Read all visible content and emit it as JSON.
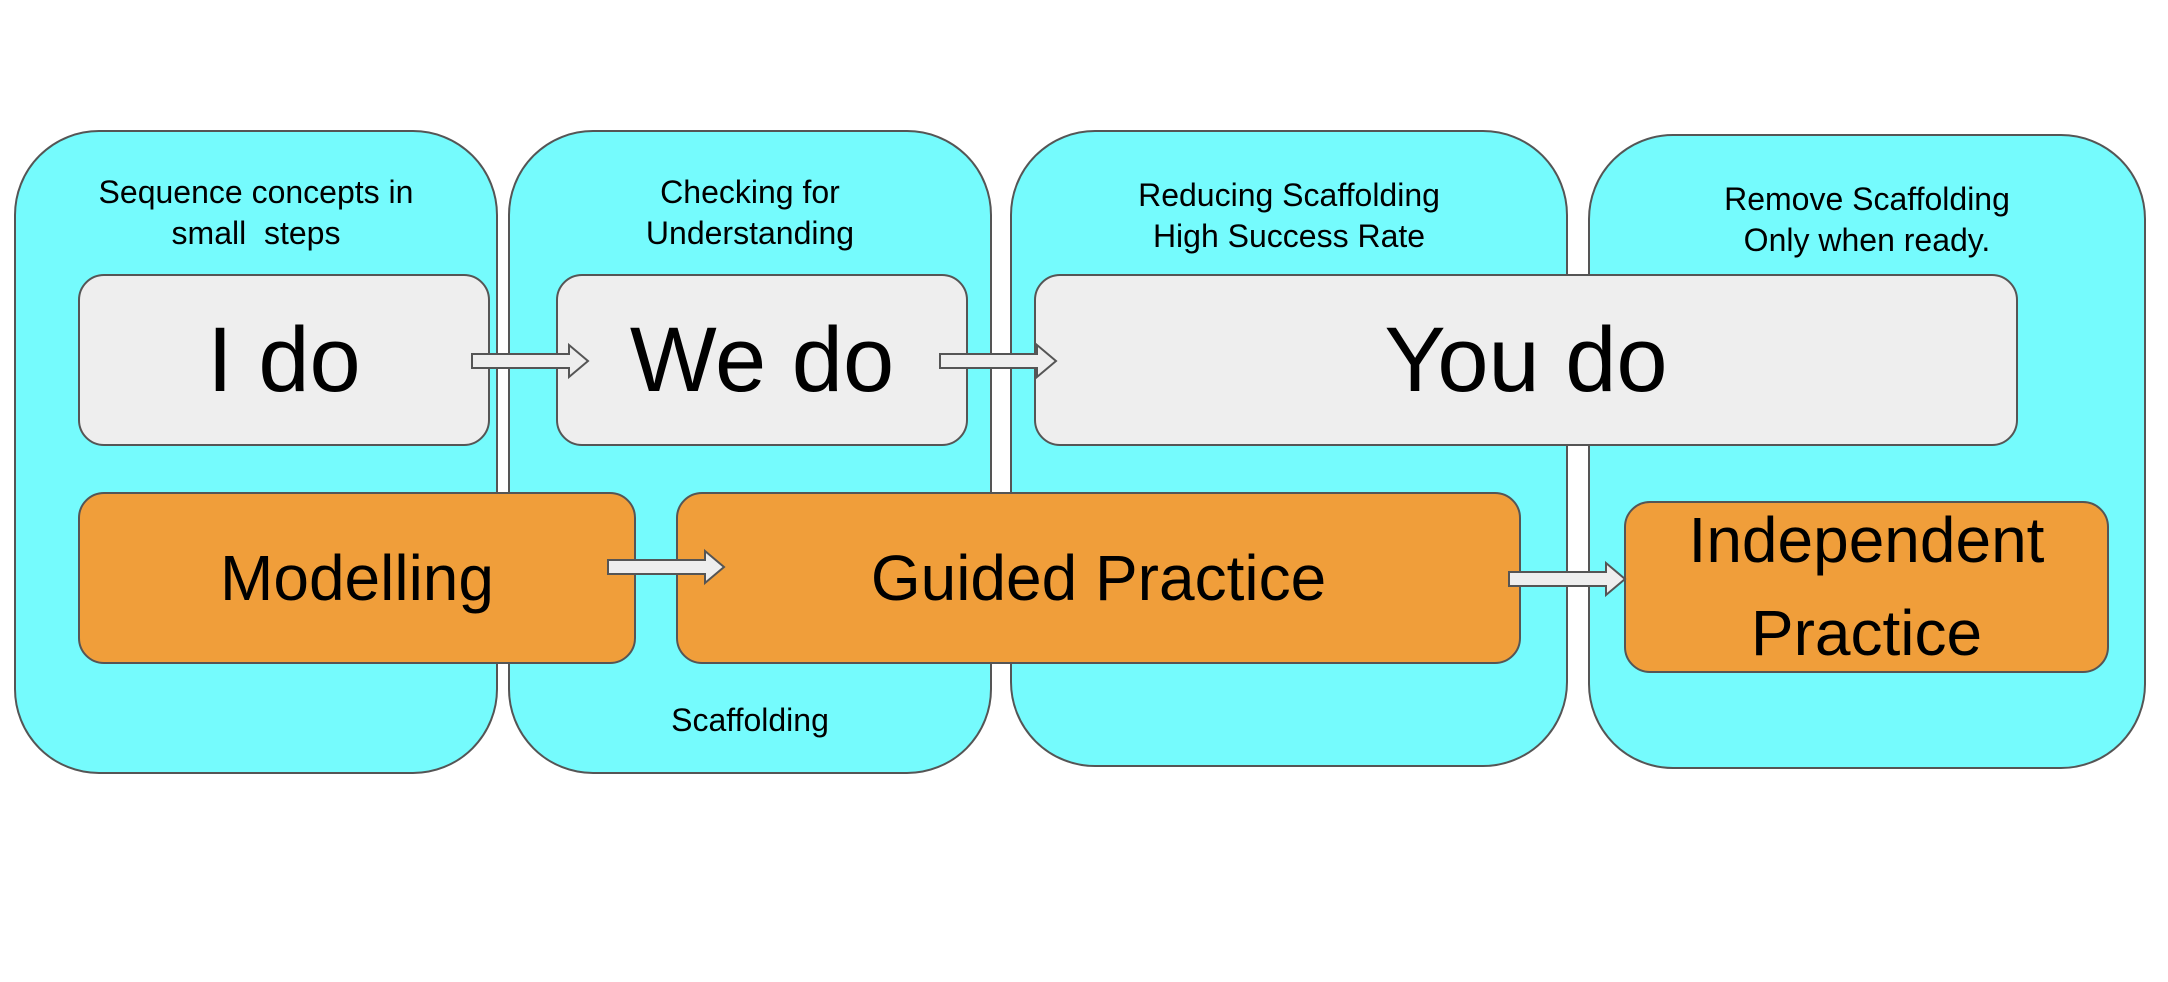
{
  "columns": [
    {
      "caption_line1": "Sequence concepts in",
      "caption_line2": "small  steps"
    },
    {
      "caption_line1": "Checking for",
      "caption_line2": "Understanding",
      "footer": "Scaffolding"
    },
    {
      "caption_line1": "Reducing Scaffolding",
      "caption_line2": "High Success Rate"
    },
    {
      "caption_line1": "Remove Scaffolding",
      "caption_line2": "Only when ready."
    }
  ],
  "responsibility_row": {
    "i_do": "I do",
    "we_do": "We do",
    "you_do": "You do"
  },
  "practice_row": {
    "modelling": "Modelling",
    "guided_practice": "Guided Practice",
    "independent_line1": "Independent",
    "independent_line2": "Practice"
  },
  "colors": {
    "panel": "#75fbfd",
    "grey_box": "#eeeeee",
    "orange_box": "#f09e3a",
    "outline": "#555555"
  }
}
